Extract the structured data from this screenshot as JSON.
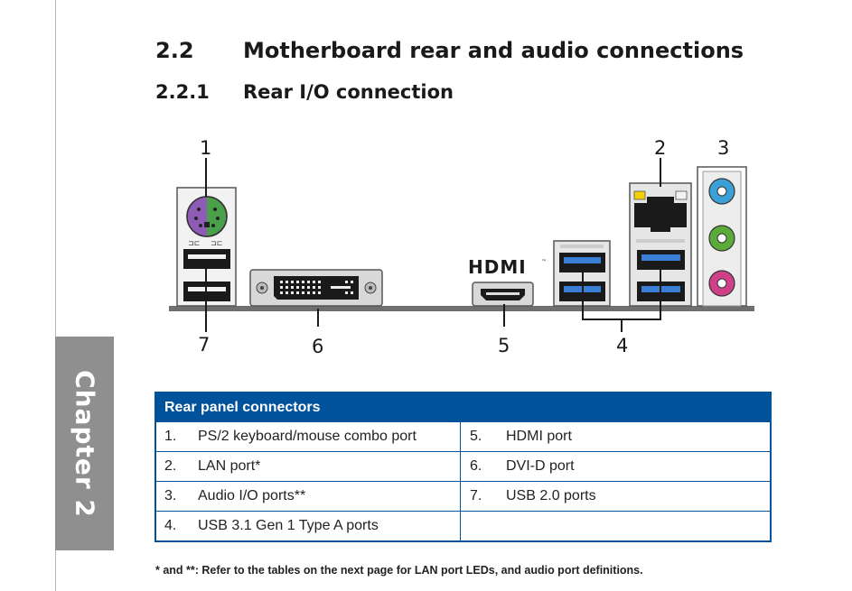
{
  "chapter_tab": "Chapter 2",
  "section": {
    "number": "2.2",
    "title": "Motherboard rear and audio connections"
  },
  "subsection": {
    "number": "2.2.1",
    "title": "Rear I/O connection"
  },
  "diagram": {
    "callouts": [
      "1",
      "2",
      "3",
      "4",
      "5",
      "6",
      "7"
    ],
    "hdmi_logo": "HDMI",
    "hdmi_tm": "™"
  },
  "table": {
    "header": "Rear panel connectors",
    "rows": [
      [
        {
          "num": "1.",
          "text": "PS/2 keyboard/mouse combo port"
        },
        {
          "num": "5.",
          "text": "HDMI port"
        }
      ],
      [
        {
          "num": "2.",
          "text": "LAN port*"
        },
        {
          "num": "6.",
          "text": "DVI-D port"
        }
      ],
      [
        {
          "num": "3.",
          "text": "Audio I/O ports**"
        },
        {
          "num": "7.",
          "text": "USB 2.0 ports"
        }
      ],
      [
        {
          "num": "4.",
          "text": "USB 3.1 Gen 1 Type A ports"
        },
        {
          "num": "",
          "text": ""
        }
      ]
    ]
  },
  "footnote": "* and **: Refer to the tables on the next page for LAN port LEDs, and audio port definitions.",
  "colors": {
    "table_blue": "#00529b",
    "usb3_blue": "#3a7fd5",
    "ps2_purple": "#8e5bb5",
    "ps2_green": "#4aa04a",
    "audio_blue": "#3aa0d8",
    "audio_green": "#5aab3a",
    "audio_pink": "#d0408a",
    "chapter_gray": "#8f8f8f"
  }
}
